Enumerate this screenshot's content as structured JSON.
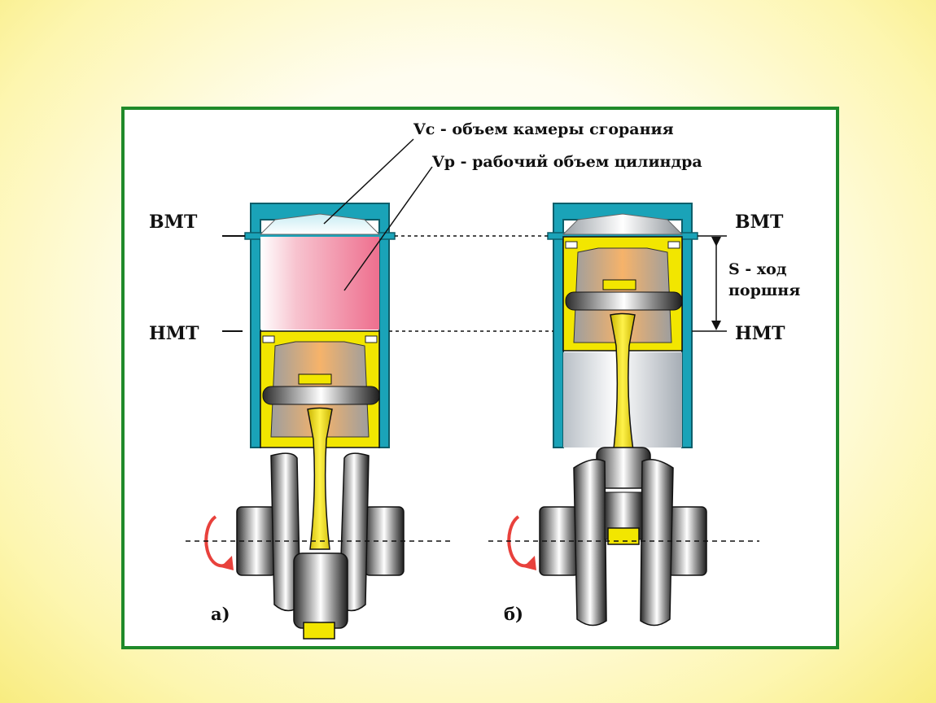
{
  "labels": {
    "vc": "Vc - объем камеры сгорания",
    "vp": "Vp - рабочий объем цилиндра",
    "vmt_left": "ВМТ",
    "nmt_left": "НМТ",
    "vmt_right": "ВМТ",
    "nmt_right": "НМТ",
    "stroke_line1": "S - ход",
    "stroke_line2": "поршня",
    "caption_a": "а)",
    "caption_b": "б)"
  },
  "colors": {
    "frame_border": "#1f8a2a",
    "cylinder_wall": "#1aa3b8",
    "piston_yellow": "#f2e600",
    "working_volume": "#f07a95",
    "rotation_arrow": "#e8413c",
    "page_background": "#fbf3a0"
  }
}
